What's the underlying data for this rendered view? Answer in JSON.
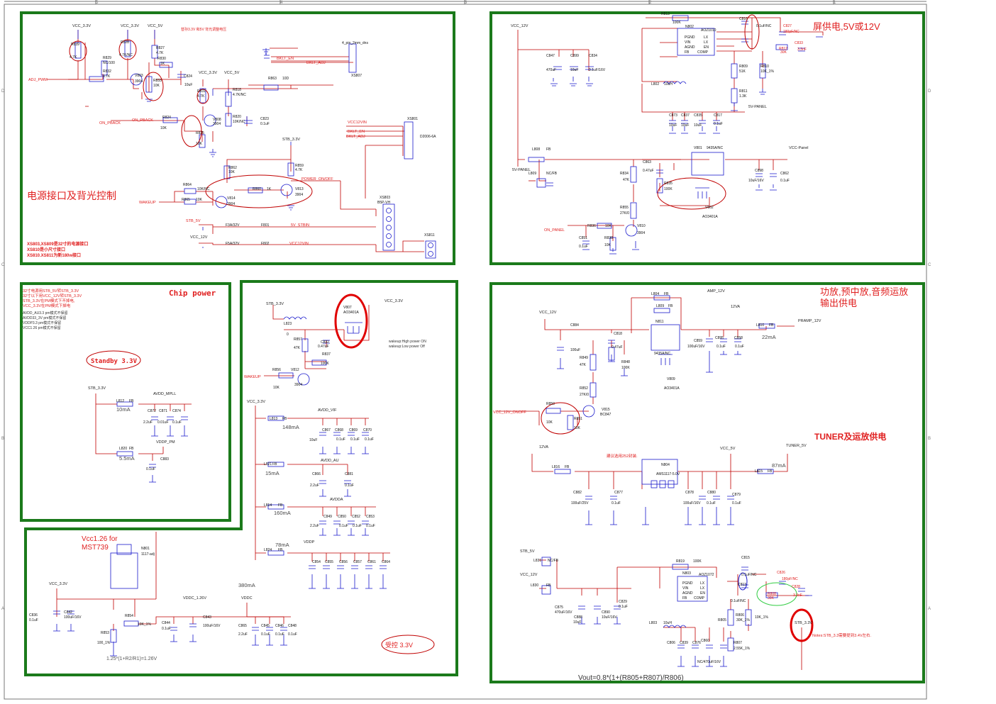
{
  "frame": {
    "col_labels": [
      "5",
      "4",
      "3",
      "2",
      "1"
    ],
    "row_labels": [
      "D",
      "C",
      "B",
      "A"
    ]
  },
  "titles": {
    "power_iface": "电源接口及背光控制",
    "chip_power": "Chip power",
    "panel_power": "屏供电,5V或12V",
    "amp_power_1": "功放,预中放,音频运放",
    "amp_power_2": "输出供电",
    "tuner_power": "TUNER及运放供电",
    "standby": "Standby 3.3V",
    "controlled": "受控 3.3V",
    "vcc126_1": "Vcc1.26 for",
    "vcc126_2": "MST739"
  },
  "notes": {
    "connector_1": "XS803,XS809是32寸的电源接口",
    "connector_2": "XS810是小尺寸接口",
    "connector_3": "XS810.XS811为新180w接口",
    "chip_1": "32寸电源用STB_5V转STB_3.3V",
    "chip_2": "32寸以下用VCC_12V转STB_3.3V",
    "chip_3": "STB_3.3V在PM模式下不掉电,",
    "chip_4": "VCC_3.3V在PM模式下掉电",
    "pm_1": "AVDD_AU3.3 pm模式不保留",
    "pm_2": "AVDD33_3V pm模式不保留",
    "pm_3": "VDDP3.3 pm模式不保留",
    "pm_4": "VCC1.26 pm模式不保留",
    "wake_hi": "wakeup:High     power ON",
    "wake_lo": "wakeup:Low      power Off",
    "bklt_note": "替孙3.3V 和5V 背光调整电压",
    "pkg_note": "建议选用252封装.",
    "formula_126": "1.25*(1+R2/R1)=1.26V",
    "vout_formula": "Vout=0.8*(1+(R805+R807)/R806)",
    "stb_note": "Notes:STB_3.3需要提到3.4V左右."
  },
  "nets": {
    "vcc33": "VCC_3.3V",
    "vcc5": "VCC_5V",
    "vcc12": "VCC_12V",
    "stb33": "STB_3.3V",
    "stb5": "STB_5V",
    "adj_pwm": "ADJ_PWM",
    "on_pback": "ON_PBACK",
    "wakeup": "WAKEUP",
    "bklt_en": "BKLT_EN",
    "bklt_adj": "BKLT_ADJ",
    "vcc12vin": "VCC12VIN",
    "power_onoff": "POWER_ON/OFF",
    "v5stbin": "5V_STBIN",
    "panel5": "5V-PANEL",
    "vcc_panel": "VCC-Panel",
    "on_panel": "ON_PANEL",
    "amp12": "AMP_12V",
    "v12va": "12VA",
    "pramp12": "PRAMP_12V",
    "vcc12onoff": "VCC_12V_ONOFF",
    "tuner5": "TUNER_5V",
    "avdd_mpll": "AVDD_MPLL",
    "vddp_pm": "VDDP_PM",
    "avdd_vif": "AVDD_VIF",
    "avdd_au": "AVDD_AU",
    "avdda": "AVDDA",
    "vddp": "VDDP",
    "vddc126": "VDDC_1.26V",
    "vddc": "VDDC"
  },
  "currents": {
    "c10": "10mA",
    "c55": "5.5mA",
    "c148": "148mA",
    "c15": "15mA",
    "c160": "160mA",
    "c78": "78mA",
    "c380": "380mA",
    "c22": "22mA",
    "c87": "87mA"
  },
  "parts": {
    "xs807": "XS807",
    "xs807v": "4_pin_2mm_dns",
    "xs801": "XS801",
    "xs801v": "D2006-6A",
    "xs803": "XS803",
    "xs803v": "B5P-VH",
    "xs811": "XS811",
    "n802": "N802",
    "n802v": "AOZ1010",
    "n803": "N803",
    "n803v": "AOZ1072",
    "n811": "N811",
    "n811v": "9435A/NC",
    "v801": "V801",
    "v801v": "9435A/NC",
    "v802": "V802",
    "v802v": "AO3401A",
    "v807": "V807",
    "v807v": "AO3401A",
    "v809": "V809",
    "v809v": "AO3401A",
    "n804": "N804",
    "n804v": "AMS1117-5.0V",
    "n801": "N801",
    "n801v": "1117-adj",
    "v815": "V815",
    "v815v": "BC847",
    "pgnd": "PGND",
    "vin": "VIN",
    "agnd": "AGND",
    "fb": "FB",
    "lx": "LX",
    "en": "EN",
    "comp": "COMP"
  },
  "labels": [
    "R839",
    "4.7K",
    "R828",
    "4.7K/NC",
    "R827",
    "4.7K",
    "R829",
    "NC/100",
    "R832",
    "4.7K",
    "V803",
    "3904",
    "R830",
    "1K",
    "R833",
    "10K",
    "C824",
    "10uF",
    "R831",
    "4.7K",
    "R818",
    "4.7K/NC",
    "R863",
    "10D",
    "V808",
    "3904",
    "R820",
    "10K/NC",
    "C823",
    "0.1uF",
    "R824",
    "10K",
    "R825",
    "10K",
    "R862",
    "10K",
    "R859",
    "4.7K",
    "R864",
    "10K/NC",
    "R865",
    "10K",
    "V814",
    "3904",
    "R860",
    "1K",
    "V813",
    "3904",
    "F3A/32V",
    "F801",
    "F5A/32V",
    "F802",
    "R813",
    "100K",
    "C816",
    "0.1uF/NC",
    "C827",
    "180pF/NC",
    "R812",
    "30K",
    "C833",
    "3.3nF",
    "C847",
    "470uF",
    "C899",
    "10uF",
    "C834",
    "0.1uF/16V",
    "R809",
    "51K",
    "R810",
    "10K_1%",
    "L802",
    "10uH",
    "R811",
    "1.3K",
    "C873",
    "10uF",
    "C837",
    "10uF",
    "C835",
    "10uF",
    "C817",
    "0.1uF",
    "L808",
    "FB",
    "L809",
    "NC/FB",
    "C863",
    "0.47uF",
    "R834",
    "47K",
    "R835",
    "100K",
    "R855",
    "27K/0",
    "V810",
    "3904",
    "R836",
    "10K",
    "C851",
    "0.1uF",
    "R838",
    "10K",
    "C898",
    "10uF/16V",
    "C862",
    "0.1uF",
    "L823",
    "0",
    "R857",
    "47K",
    "C832",
    "0.47uF",
    "R837",
    "100K",
    "R856",
    "10K",
    "V812",
    "3904",
    "L812",
    "FB",
    "C872",
    "2.2uF",
    "C871",
    "0.01uF",
    "C874",
    "0.1uF",
    "L820",
    "FB",
    "C883",
    "0.1uF",
    "L813",
    "FB",
    "C867",
    "10uF",
    "C868",
    "0.1uF",
    "C869",
    "0.1uF",
    "C870",
    "0.1uF",
    "L821",
    "FB",
    "C866",
    "2.2uF",
    "C881",
    "0.1uF",
    "L814",
    "FB",
    "C849",
    "2.2uF",
    "C850",
    "0.1uF",
    "C852",
    "0.1uF",
    "C853",
    "0.1uF",
    "L824",
    "FB",
    "C854",
    "C855",
    "C856",
    "C857",
    "C861",
    "C864",
    "C836",
    "0.1uF",
    "C842",
    "100uF/16V",
    "R854",
    "10K_1%",
    "R853",
    "100_1%",
    "C844",
    "0.1uF",
    "C843",
    "100uF/16V",
    "C865",
    "2.2uF",
    "C845",
    "0.1uF",
    "C846",
    "0.1uF",
    "C848",
    "0.1uF",
    "L804",
    "FB",
    "L809",
    "FB",
    "C884",
    "100uF",
    "C818",
    "0.47uF",
    "R849",
    "47K",
    "R848",
    "100K",
    "R852",
    "27K/0",
    "C859",
    "100uF/16V",
    "C895",
    "0.1uF",
    "C858",
    "0.1uF",
    "L810",
    "FB",
    "R850",
    "10K",
    "R851",
    "10K",
    "L816",
    "FB",
    "C882",
    "100uF/25V",
    "C877",
    "0.1uF",
    "C878",
    "100uF/16V",
    "C880",
    "0.1uF",
    "C879",
    "0.1uF",
    "L815",
    "FB",
    "L831",
    "NC/FB",
    "L830",
    "FB",
    "R819",
    "100K",
    "C815",
    "0.1uF/NC",
    "C826",
    "180pF/NC",
    "R808",
    "30K",
    "C828",
    "3.3nF",
    "C813",
    "0.1uF/NC",
    "C875",
    "470uF/16V",
    "C888",
    "10uF",
    "C890",
    "10uF/16V",
    "C829",
    "0.1uF",
    "L803",
    "10uH",
    "R805",
    "30K_1%",
    "R806",
    "10K_1%",
    "R807",
    "2.55K_1%",
    "C806",
    "C839",
    "C876",
    "C860",
    "NC/470uF/16V"
  ]
}
